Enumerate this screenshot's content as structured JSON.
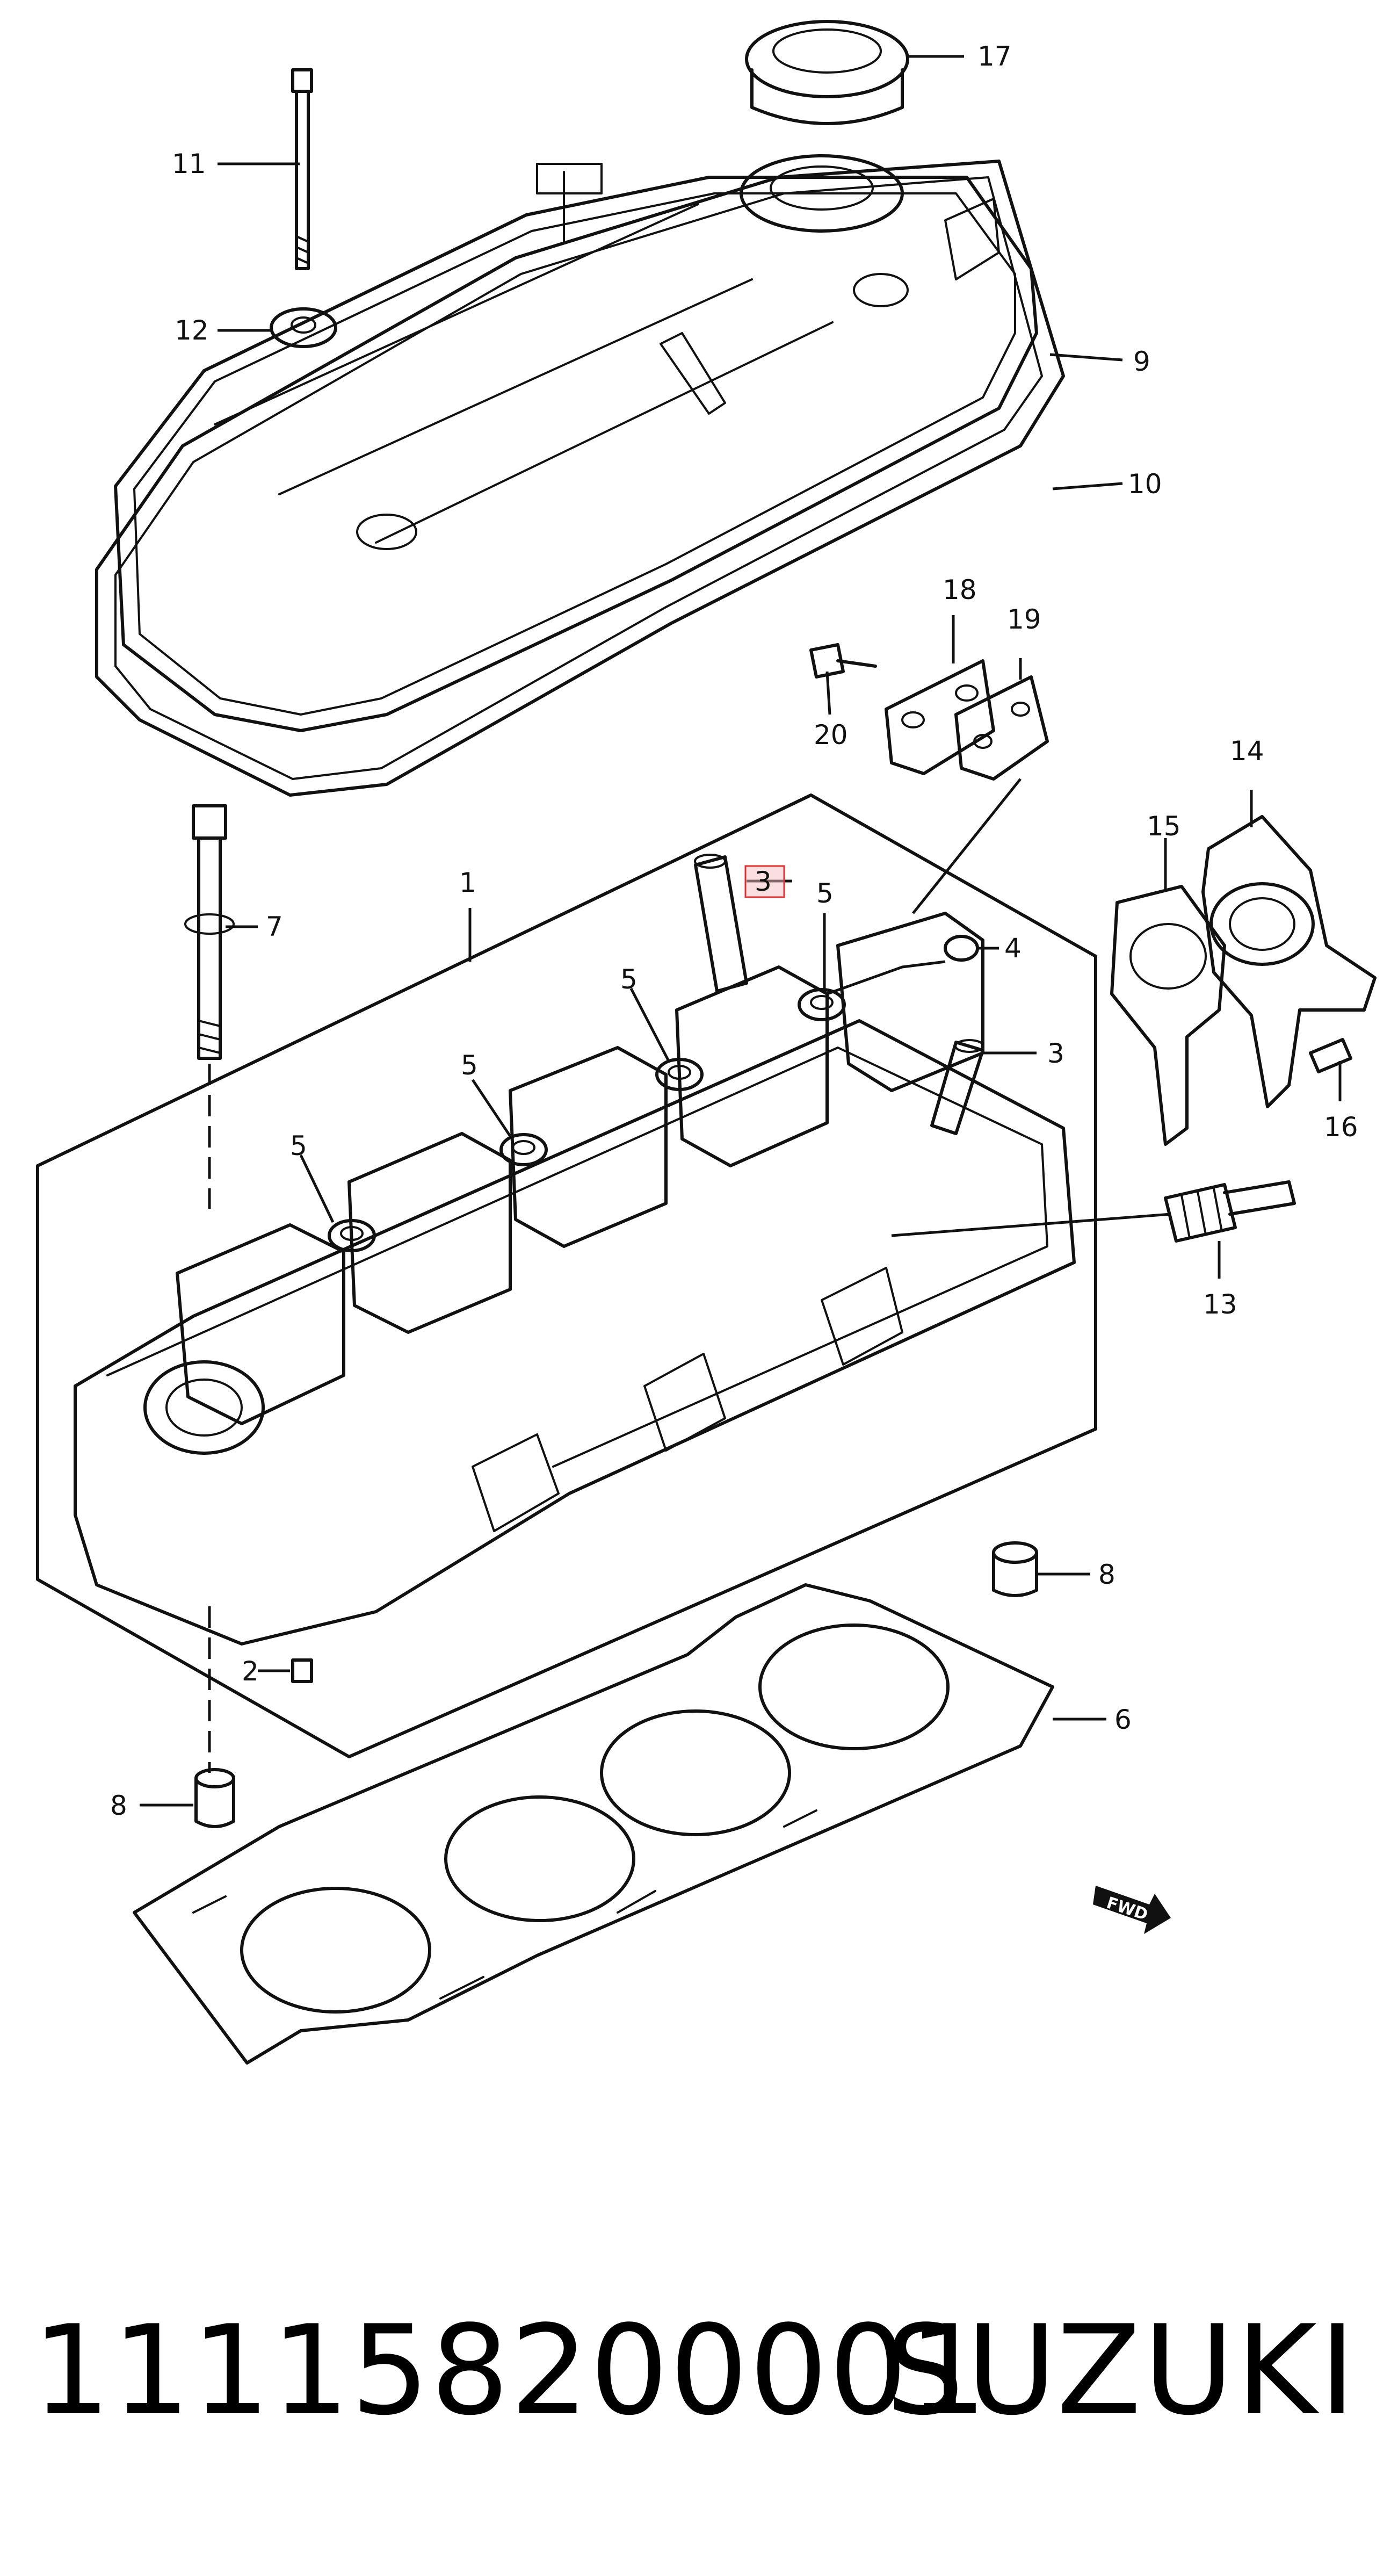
{
  "diagram": {
    "callouts": [
      "1",
      "2",
      "3",
      "3",
      "4",
      "5",
      "5",
      "5",
      "5",
      "6",
      "7",
      "8",
      "8",
      "9",
      "10",
      "11",
      "12",
      "13",
      "14",
      "15",
      "16",
      "17",
      "18",
      "19",
      "20"
    ],
    "fwd_label": "FWD",
    "highlight_color": "#e03030"
  },
  "footer": {
    "part_number": "111158200001",
    "brand": "SUZUKI"
  }
}
